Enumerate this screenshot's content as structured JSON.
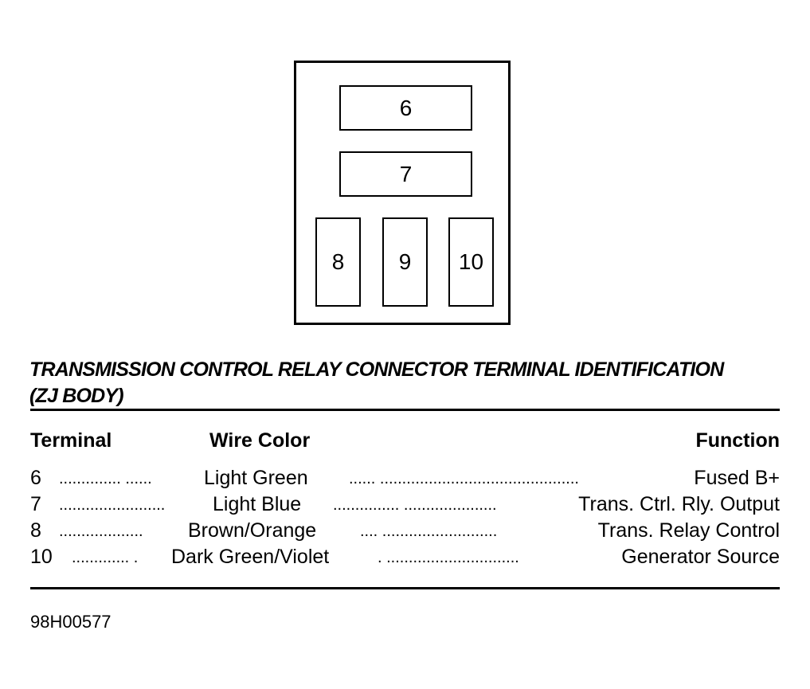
{
  "connector": {
    "terminals": [
      "6",
      "7",
      "8",
      "9",
      "10"
    ]
  },
  "title": {
    "line1": "TRANSMISSION CONTROL RELAY CONNECTOR TERMINAL IDENTIFICATION",
    "line2": "(ZJ BODY)"
  },
  "table": {
    "headers": {
      "terminal": "Terminal",
      "wire_color": "Wire Color",
      "function": "Function"
    },
    "rows": [
      {
        "terminal": "6",
        "dots1": "..............  ......",
        "wire_color": "Light Green",
        "dots2": "...... .............................................",
        "function": "Fused B+"
      },
      {
        "terminal": "7",
        "dots1": "........................",
        "wire_color": "Light Blue",
        "dots2": "...............  .....................",
        "function": "Trans. Ctrl. Rly. Output"
      },
      {
        "terminal": "8",
        "dots1": "...................",
        "wire_color": "Brown/Orange",
        "dots2": "....  ..........................",
        "function": "Trans. Relay Control"
      },
      {
        "terminal": "10",
        "dots1": ".............  .",
        "wire_color": "Dark Green/Violet",
        "dots2": ".  ..............................",
        "function": "Generator Source"
      }
    ]
  },
  "figure_code": "98H00577"
}
